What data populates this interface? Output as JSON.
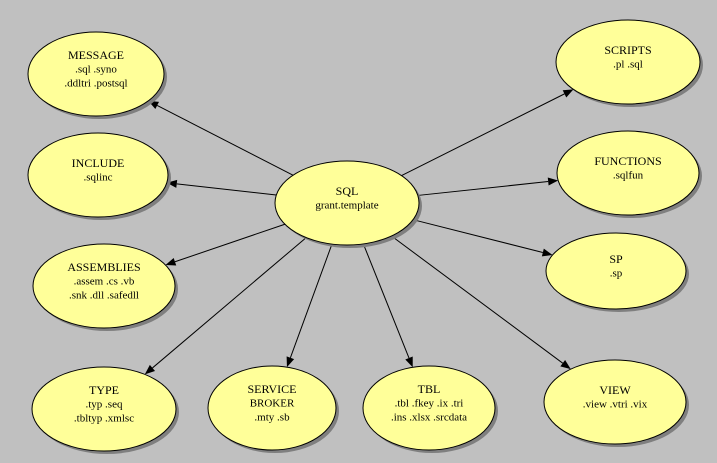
{
  "nodes": [
    {
      "id": "sql",
      "lines": [
        "SQL",
        "grant.template"
      ]
    },
    {
      "id": "message",
      "lines": [
        "MESSAGE",
        ".sql .syno",
        ".ddltri .postsql"
      ]
    },
    {
      "id": "include",
      "lines": [
        "INCLUDE",
        ".sqlinc"
      ]
    },
    {
      "id": "assemblies",
      "lines": [
        "ASSEMBLIES",
        ".assem .cs .vb",
        ".snk .dll .safedll"
      ]
    },
    {
      "id": "type",
      "lines": [
        "TYPE",
        ".typ .seq",
        ".tbltyp .xmlsc"
      ]
    },
    {
      "id": "service-broker",
      "lines": [
        "SERVICE",
        "BROKER",
        ".mty .sb"
      ]
    },
    {
      "id": "tbl",
      "lines": [
        "TBL",
        ".tbl .fkey .ix .tri",
        ".ins .xlsx .srcdata"
      ]
    },
    {
      "id": "view",
      "lines": [
        "VIEW",
        ".view .vtri .vix"
      ]
    },
    {
      "id": "sp",
      "lines": [
        "SP",
        ".sp"
      ]
    },
    {
      "id": "functions",
      "lines": [
        "FUNCTIONS",
        ".sqlfun"
      ]
    },
    {
      "id": "scripts",
      "lines": [
        "SCRIPTS",
        ".pl .sql"
      ]
    }
  ],
  "edges": [
    {
      "from": "sql",
      "to": "message"
    },
    {
      "from": "sql",
      "to": "include"
    },
    {
      "from": "sql",
      "to": "assemblies"
    },
    {
      "from": "sql",
      "to": "type"
    },
    {
      "from": "sql",
      "to": "service-broker"
    },
    {
      "from": "sql",
      "to": "tbl"
    },
    {
      "from": "sql",
      "to": "view"
    },
    {
      "from": "sql",
      "to": "sp"
    },
    {
      "from": "sql",
      "to": "functions"
    },
    {
      "from": "sql",
      "to": "scripts"
    }
  ]
}
